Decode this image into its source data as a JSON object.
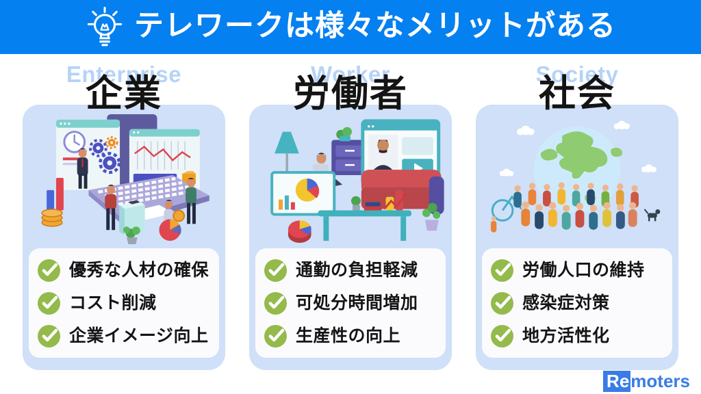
{
  "header": {
    "title": "テレワークは様々なメリットがある",
    "icon": "lightbulb-icon",
    "bg_color": "#0480f0"
  },
  "columns": [
    {
      "label_en": "Enterprise",
      "label_ja": "企業",
      "illustration": "office-teamwork-isometric-illustration",
      "items": [
        "優秀な人材の確保",
        "コスト削減",
        "企業イメージ向上"
      ]
    },
    {
      "label_en": "Worker",
      "label_ja": "労働者",
      "illustration": "remote-work-at-home-isometric-illustration",
      "items": [
        "通勤の負担軽減",
        "可処分時間増加",
        "生産性の向上"
      ]
    },
    {
      "label_en": "Society",
      "label_ja": "社会",
      "illustration": "crowd-with-globe-illustration",
      "items": [
        "労働人口の維持",
        "感染症対策",
        "地方活性化"
      ]
    }
  ],
  "footer": {
    "logo_prefix": "Re",
    "logo_suffix": "moters"
  },
  "colors": {
    "header_blue": "#0480f0",
    "card_blue": "#cfe0f8",
    "label_light_blue": "#b6d3f7",
    "check_green": "#93ba4b",
    "logo_blue": "#3a7ce6",
    "text_black": "#141414",
    "panel_white": "#fbfbfd"
  }
}
